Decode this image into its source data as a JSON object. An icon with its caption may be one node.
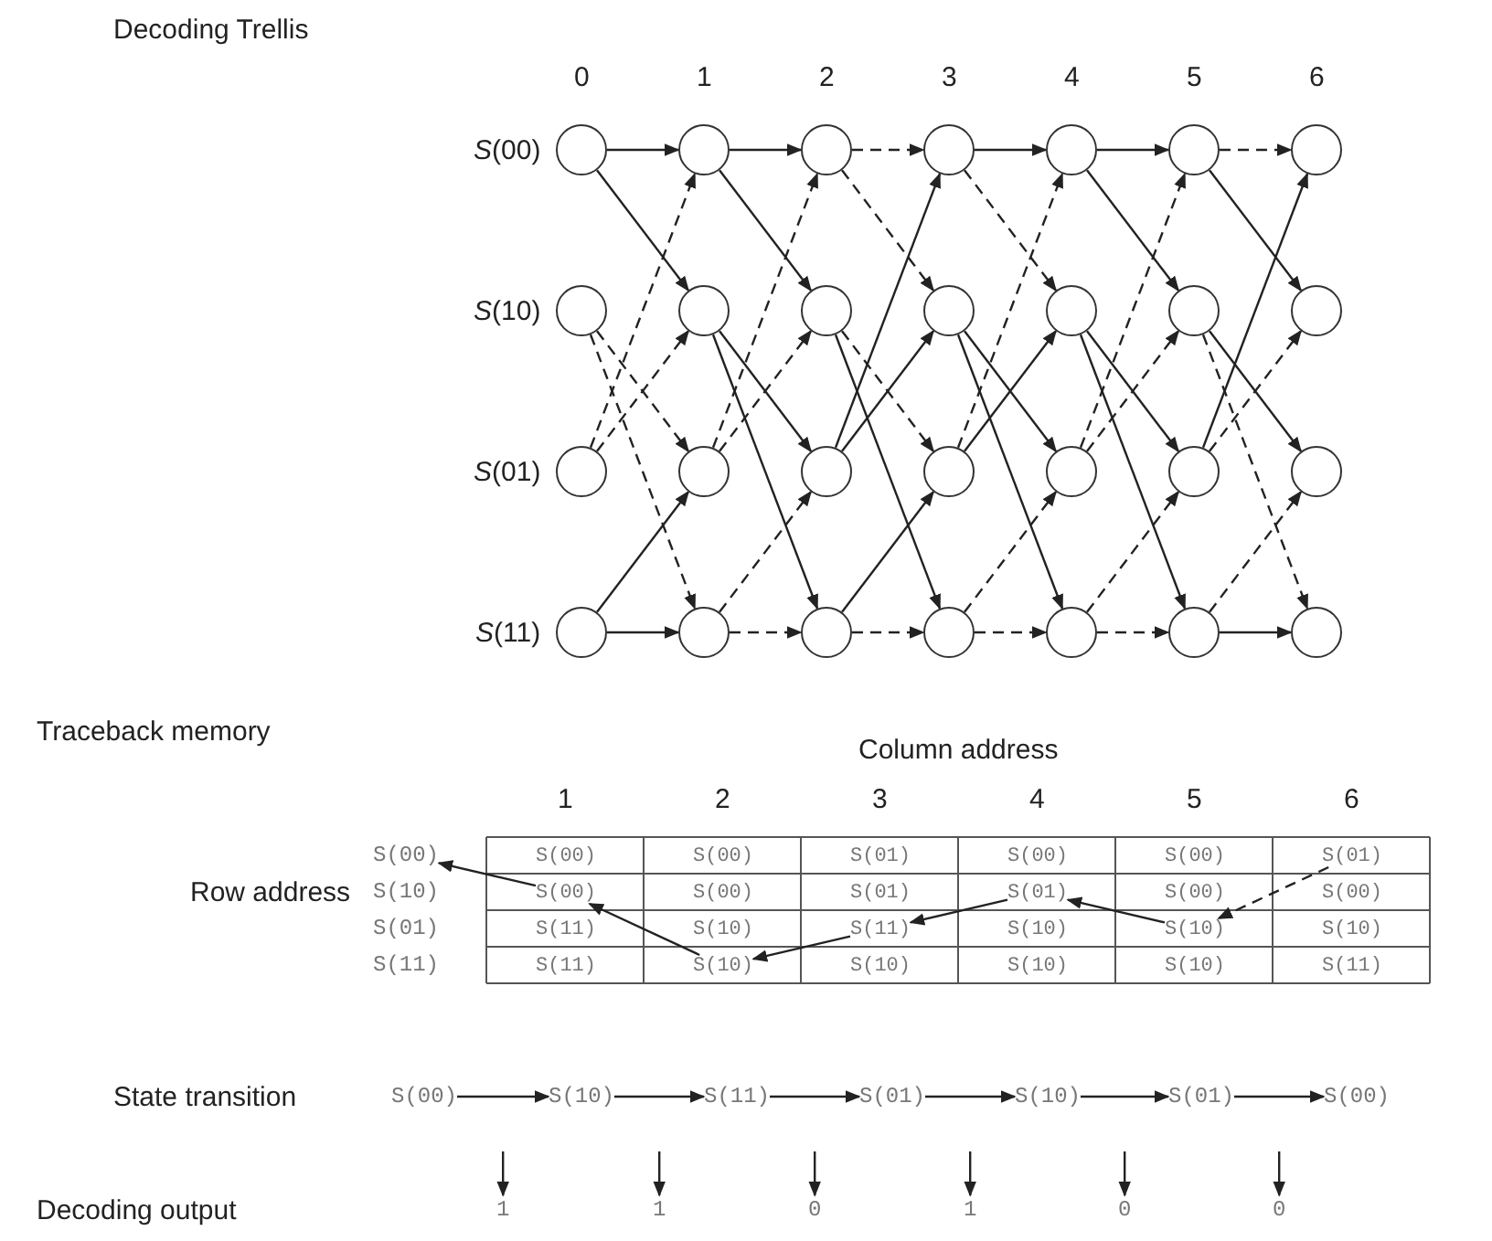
{
  "diagram": {
    "title": "Decoding Trellis",
    "nodes": [
      {
        "text": [],
        "shape": "circle"
      },
      {
        "text": [],
        "shape": "circle"
      },
      {
        "text": [],
        "shape": "circle"
      },
      {
        "text": [],
        "shape": "circle"
      },
      {
        "text": [],
        "shape": "circle"
      },
      {
        "text": [],
        "shape": "circle"
      },
      {
        "text": [],
        "shape": "circle"
      },
      {
        "text": [],
        "shape": "circle"
      },
      {
        "text": [],
        "shape": "circle"
      },
      {
        "text": [],
        "shape": "circle"
      },
      {
        "text": [],
        "shape": "circle"
      },
      {
        "text": [],
        "shape": "circle"
      },
      {
        "text": [],
        "shape": "circle"
      },
      {
        "text": [],
        "shape": "circle"
      },
      {
        "text": [],
        "shape": "circle"
      },
      {
        "text": [],
        "shape": "circle"
      },
      {
        "text": [],
        "shape": "circle"
      },
      {
        "text": [],
        "shape": "circle"
      },
      {
        "text": [],
        "shape": "circle"
      },
      {
        "text": [],
        "shape": "circle"
      },
      {
        "text": [],
        "shape": "circle"
      },
      {
        "text": [],
        "shape": "circle"
      },
      {
        "text": [],
        "shape": "circle"
      },
      {
        "text": [],
        "shape": "circle"
      },
      {
        "text": [],
        "shape": "circle"
      },
      {
        "text": [],
        "shape": "circle"
      },
      {
        "text": [],
        "shape": "circle"
      },
      {
        "text": [],
        "shape": "circle"
      },
      {
        "text": [
          "S(00)"
        ]
      },
      {
        "text": [
          "S(00)"
        ]
      },
      {
        "text": [
          "S(00)"
        ]
      },
      {
        "text": [
          "S(01)"
        ]
      },
      {
        "text": [
          "S(00)"
        ]
      },
      {
        "text": [
          "S(00)"
        ]
      },
      {
        "text": [
          "S(01)"
        ]
      },
      {
        "text": [
          "S(00)"
        ]
      },
      {
        "text": [
          "S(00)"
        ]
      },
      {
        "text": [
          "S(01)"
        ]
      },
      {
        "text": [
          "S(01)"
        ]
      },
      {
        "text": [
          "S(00)"
        ]
      },
      {
        "text": [
          "S(00)"
        ]
      },
      {
        "text": [
          "S(11)"
        ]
      },
      {
        "text": [
          "S(10)"
        ]
      },
      {
        "text": [
          "S(11)"
        ]
      },
      {
        "text": [
          "S(10)"
        ]
      },
      {
        "text": [
          "S(10)"
        ]
      },
      {
        "text": [
          "S(10)"
        ]
      },
      {
        "text": [
          "S(11)"
        ]
      },
      {
        "text": [
          "S(10)"
        ]
      },
      {
        "text": [
          "S(10)"
        ]
      },
      {
        "text": [
          "S(10)"
        ]
      },
      {
        "text": [
          "S(10)"
        ]
      },
      {
        "text": [
          "S(11)"
        ]
      },
      {
        "text": [
          "S(00)"
        ]
      },
      {
        "text": [
          "S(10)"
        ]
      },
      {
        "text": [
          "S(11)"
        ]
      },
      {
        "text": [
          "S(01)"
        ]
      },
      {
        "text": [
          "S(10)"
        ]
      },
      {
        "text": [
          "S(01)"
        ]
      },
      {
        "text": [
          "S(00)"
        ]
      },
      {
        "text": [
          "1"
        ]
      },
      {
        "text": [
          "1"
        ]
      },
      {
        "text": [
          "0"
        ]
      },
      {
        "text": [
          "1"
        ]
      },
      {
        "text": [
          "0"
        ]
      },
      {
        "text": [
          "0"
        ]
      }
    ],
    "edges": [
      {
        "from": 0,
        "to": 4,
        "arrow": "to"
      },
      {
        "from": 0,
        "to": 5,
        "arrow": "to"
      },
      {
        "from": 1,
        "to": 6,
        "arrow": "to",
        "style": "dashed"
      },
      {
        "from": 1,
        "to": 7,
        "arrow": "to",
        "style": "dashed"
      },
      {
        "from": 2,
        "to": 4,
        "arrow": "to",
        "style": "dashed"
      },
      {
        "from": 2,
        "to": 5,
        "arrow": "to",
        "style": "dashed"
      },
      {
        "from": 3,
        "to": 6,
        "arrow": "to"
      },
      {
        "from": 3,
        "to": 7,
        "arrow": "to"
      },
      {
        "from": 4,
        "to": 8,
        "arrow": "to"
      },
      {
        "from": 4,
        "to": 9,
        "arrow": "to"
      },
      {
        "from": 5,
        "to": 10,
        "arrow": "to"
      },
      {
        "from": 5,
        "to": 11,
        "arrow": "to"
      },
      {
        "from": 6,
        "to": 8,
        "arrow": "to",
        "style": "dashed"
      },
      {
        "from": 6,
        "to": 9,
        "arrow": "to",
        "style": "dashed"
      },
      {
        "from": 7,
        "to": 10,
        "arrow": "to",
        "style": "dashed"
      },
      {
        "from": 7,
        "to": 11,
        "arrow": "to",
        "style": "dashed"
      },
      {
        "from": 8,
        "to": 12,
        "arrow": "to",
        "style": "dashed"
      },
      {
        "from": 8,
        "to": 13,
        "arrow": "to",
        "style": "dashed"
      },
      {
        "from": 9,
        "to": 14,
        "arrow": "to",
        "style": "dashed"
      },
      {
        "from": 9,
        "to": 15,
        "arrow": "to"
      },
      {
        "from": 10,
        "to": 12,
        "arrow": "to"
      },
      {
        "from": 10,
        "to": 13,
        "arrow": "to"
      },
      {
        "from": 11,
        "to": 14,
        "arrow": "to"
      },
      {
        "from": 11,
        "to": 15,
        "arrow": "to",
        "style": "dashed"
      },
      {
        "from": 12,
        "to": 16,
        "arrow": "to"
      },
      {
        "from": 12,
        "to": 17,
        "arrow": "to",
        "style": "dashed"
      },
      {
        "from": 13,
        "to": 18,
        "arrow": "to"
      },
      {
        "from": 13,
        "to": 19,
        "arrow": "to"
      },
      {
        "from": 14,
        "to": 16,
        "arrow": "to",
        "style": "dashed"
      },
      {
        "from": 14,
        "to": 17,
        "arrow": "to"
      },
      {
        "from": 15,
        "to": 18,
        "arrow": "to",
        "style": "dashed"
      },
      {
        "from": 15,
        "to": 19,
        "arrow": "to",
        "style": "dashed"
      },
      {
        "from": 16,
        "to": 20,
        "arrow": "to"
      },
      {
        "from": 16,
        "to": 21,
        "arrow": "to"
      },
      {
        "from": 17,
        "to": 22,
        "arrow": "to"
      },
      {
        "from": 17,
        "to": 23,
        "arrow": "to"
      },
      {
        "from": 18,
        "to": 20,
        "arrow": "to",
        "style": "dashed"
      },
      {
        "from": 18,
        "to": 21,
        "arrow": "to",
        "style": "dashed"
      },
      {
        "from": 19,
        "to": 22,
        "arrow": "to",
        "style": "dashed"
      },
      {
        "from": 19,
        "to": 23,
        "arrow": "to",
        "style": "dashed"
      },
      {
        "from": 20,
        "to": 24,
        "arrow": "to",
        "style": "dashed"
      },
      {
        "from": 20,
        "to": 25,
        "arrow": "to"
      },
      {
        "from": 21,
        "to": 26,
        "arrow": "to"
      },
      {
        "from": 21,
        "to": 27,
        "arrow": "to",
        "style": "dashed"
      },
      {
        "from": 22,
        "to": 24,
        "arrow": "to"
      },
      {
        "from": 22,
        "to": 25,
        "arrow": "to",
        "style": "dashed"
      },
      {
        "from": 23,
        "to": 26,
        "arrow": "to",
        "style": "dashed"
      },
      {
        "from": 23,
        "to": 27,
        "arrow": "to"
      },
      {
        "from": 35,
        "to": 28,
        "arrow": "to"
      },
      {
        "from": 48,
        "to": 35,
        "arrow": "to"
      },
      {
        "from": 43,
        "to": 48,
        "arrow": "to"
      },
      {
        "from": 38,
        "to": 43,
        "arrow": "to"
      },
      {
        "from": 45,
        "to": 38,
        "arrow": "to"
      },
      {
        "from": 34,
        "to": 45,
        "arrow": "to",
        "style": "dashed"
      },
      {
        "from": 53,
        "to": 54,
        "arrow": "to"
      },
      {
        "from": 54,
        "to": 55,
        "arrow": "to"
      },
      {
        "from": 55,
        "to": 56,
        "arrow": "to"
      },
      {
        "from": 56,
        "to": 57,
        "arrow": "to"
      },
      {
        "from": 57,
        "to": 58,
        "arrow": "to"
      },
      {
        "from": 58,
        "to": 59,
        "arrow": "to"
      },
      {
        "from": null,
        "to": 60,
        "arrow": "to"
      },
      {
        "from": null,
        "to": 61,
        "arrow": "to"
      },
      {
        "from": null,
        "to": 62,
        "arrow": "to"
      },
      {
        "from": null,
        "to": 63,
        "arrow": "to"
      },
      {
        "from": null,
        "to": 64,
        "arrow": "to"
      },
      {
        "from": null,
        "to": 65,
        "arrow": "to"
      }
    ],
    "labels": [
      "0",
      "1",
      "2",
      "3",
      "4",
      "5",
      "6",
      "*S*(00)",
      "*S*(10)",
      "*S*(01)",
      "*S*(11)",
      "Traceback memory",
      "Column address",
      "1",
      "2",
      "3",
      "4",
      "5",
      "6",
      "Row address",
      "S(10)",
      "S(01)",
      "S(11)",
      "State transition",
      "Decoding output"
    ]
  }
}
